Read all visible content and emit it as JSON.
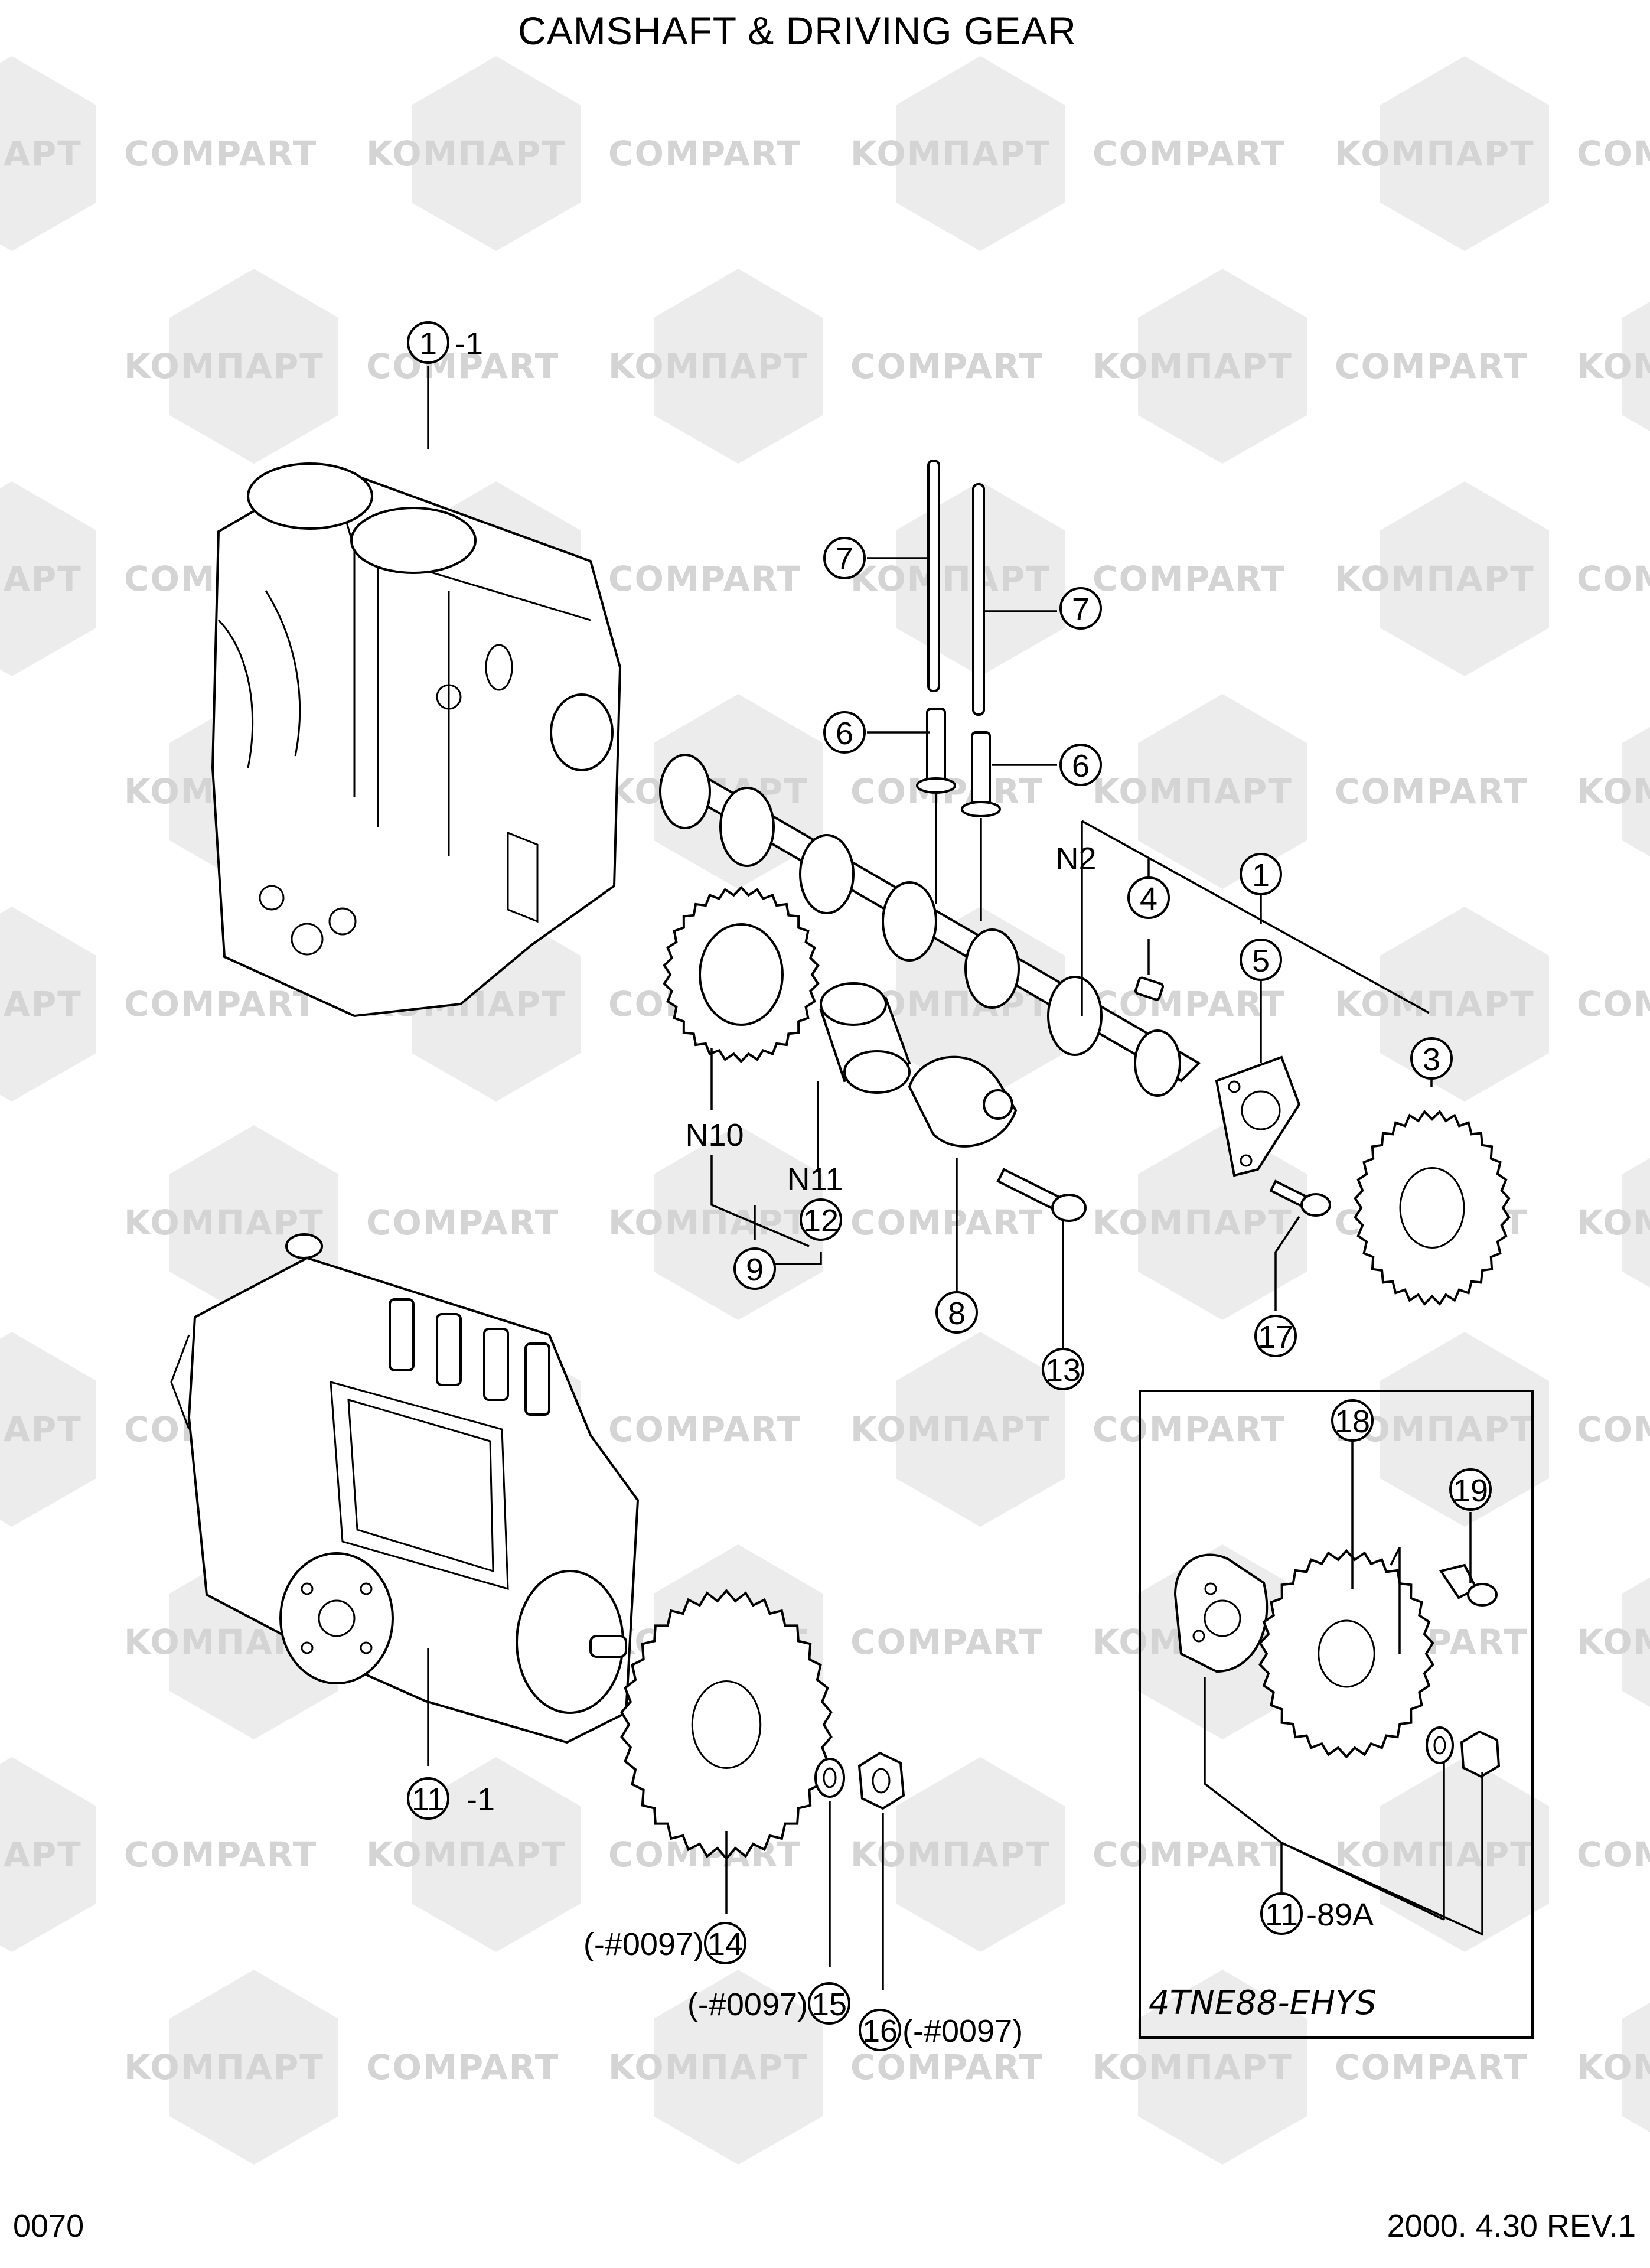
{
  "title": "CAMSHAFT & DRIVING GEAR",
  "footer": {
    "page": "0070",
    "date_rev": "2000. 4.30 REV.1"
  },
  "watermark": {
    "brand_a": "KOMΠAPT",
    "brand_b": "COMPART"
  },
  "callouts": {
    "c1_1": {
      "num": "1",
      "suffix": "-1"
    },
    "c7a": {
      "num": "7"
    },
    "c7b": {
      "num": "7"
    },
    "c6a": {
      "num": "6"
    },
    "c6b": {
      "num": "6"
    },
    "n2": {
      "text": "N2"
    },
    "c4": {
      "num": "4"
    },
    "c1": {
      "num": "1"
    },
    "c5": {
      "num": "5"
    },
    "c3": {
      "num": "3"
    },
    "n10": {
      "text": "N10"
    },
    "n11": {
      "text": "N11"
    },
    "c12": {
      "num": "12"
    },
    "c9": {
      "num": "9"
    },
    "c8": {
      "num": "8"
    },
    "c13": {
      "num": "13"
    },
    "c17": {
      "num": "17"
    },
    "c18": {
      "num": "18"
    },
    "c19": {
      "num": "19"
    },
    "c11_1": {
      "num": "11",
      "suffix": "-1"
    },
    "c14": {
      "num": "14",
      "prefix": "(-#0097)"
    },
    "c15": {
      "num": "15",
      "prefix": "(-#0097)"
    },
    "c16": {
      "num": "16",
      "suffix": "(-#0097)"
    },
    "c11_89a": {
      "num": "11",
      "suffix": "-89A"
    }
  },
  "inset": {
    "model": "4TNE88-EHYS"
  }
}
